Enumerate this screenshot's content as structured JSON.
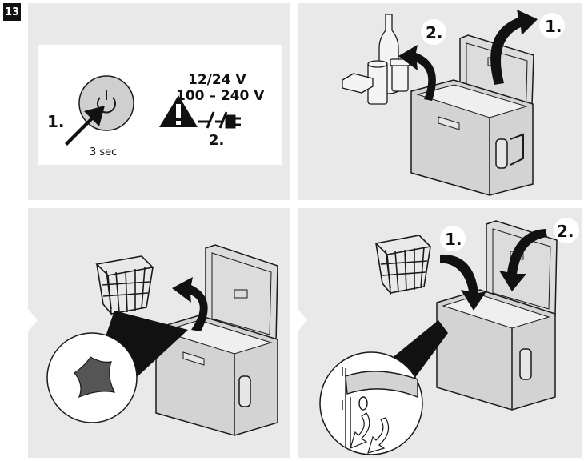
{
  "figure_number": "13",
  "panel1": {
    "step1_label": "1.",
    "duration_label": "3 sec",
    "voltage_dc": "12/24 V",
    "voltage_ac": "100 – 240 V",
    "step2_label": "2."
  },
  "panel2": {
    "step1_label": "1.",
    "step2_label": "2."
  },
  "panel4": {
    "step1_label": "1.",
    "step2_label": "2."
  },
  "colors": {
    "panel_bg": "#e9e9e9",
    "box_fill": "#d3d3d3",
    "stroke": "#1a1a1a"
  }
}
